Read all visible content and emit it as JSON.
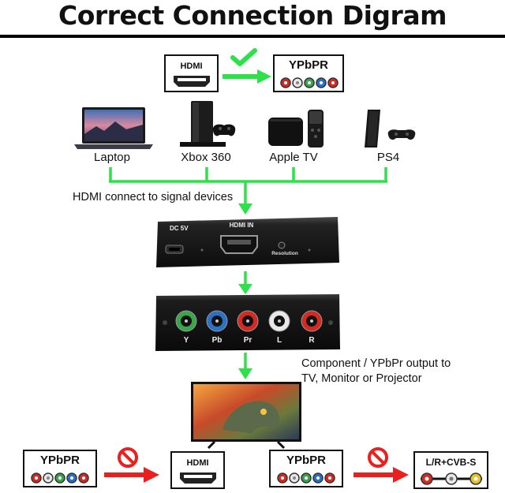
{
  "title": "Correct Connection Digram",
  "top_row": {
    "source_label": "HDMI",
    "target_label": "YPbPR"
  },
  "devices": [
    {
      "label": "Laptop"
    },
    {
      "label": "Xbox 360"
    },
    {
      "label": "Apple TV"
    },
    {
      "label": "PS4"
    }
  ],
  "hdmi_note": "HDMI connect to signal devices",
  "converter": {
    "dc_label": "DC 5V",
    "hdmi_in_label": "HDMI IN",
    "resolution_label": "Resolution",
    "ports": [
      "Y",
      "Pb",
      "Pr",
      "L",
      "R"
    ]
  },
  "output_note": [
    "Component / YPbPr output to",
    "TV, Monitor or Projector"
  ],
  "bottom_row": [
    {
      "from": "YPbPR",
      "to": "HDMI"
    },
    {
      "from": "YPbPR",
      "to": "L/R+CVB-S"
    }
  ],
  "colors": {
    "green": "#2ee04a",
    "red": "#e8201e",
    "port_green": "#3aa64a",
    "port_blue": "#2a72c8",
    "port_red": "#d42a22",
    "port_white": "#e8e8e8",
    "port_yellow": "#e8c22a"
  },
  "icons": [
    "check-icon",
    "prohibited-icon",
    "hdmi-connector-icon",
    "rca-connector-icon"
  ]
}
